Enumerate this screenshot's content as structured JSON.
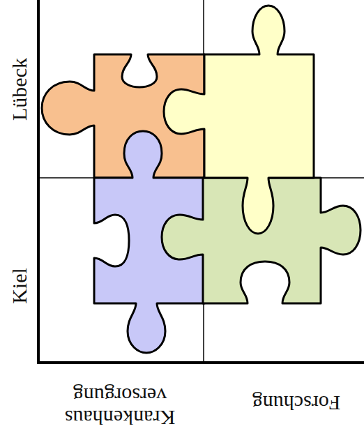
{
  "diagram": {
    "labels": [
      "Lübeck",
      "Kiel",
      "Krankenhaus versorgung",
      "Forschung"
    ]
  }
}
